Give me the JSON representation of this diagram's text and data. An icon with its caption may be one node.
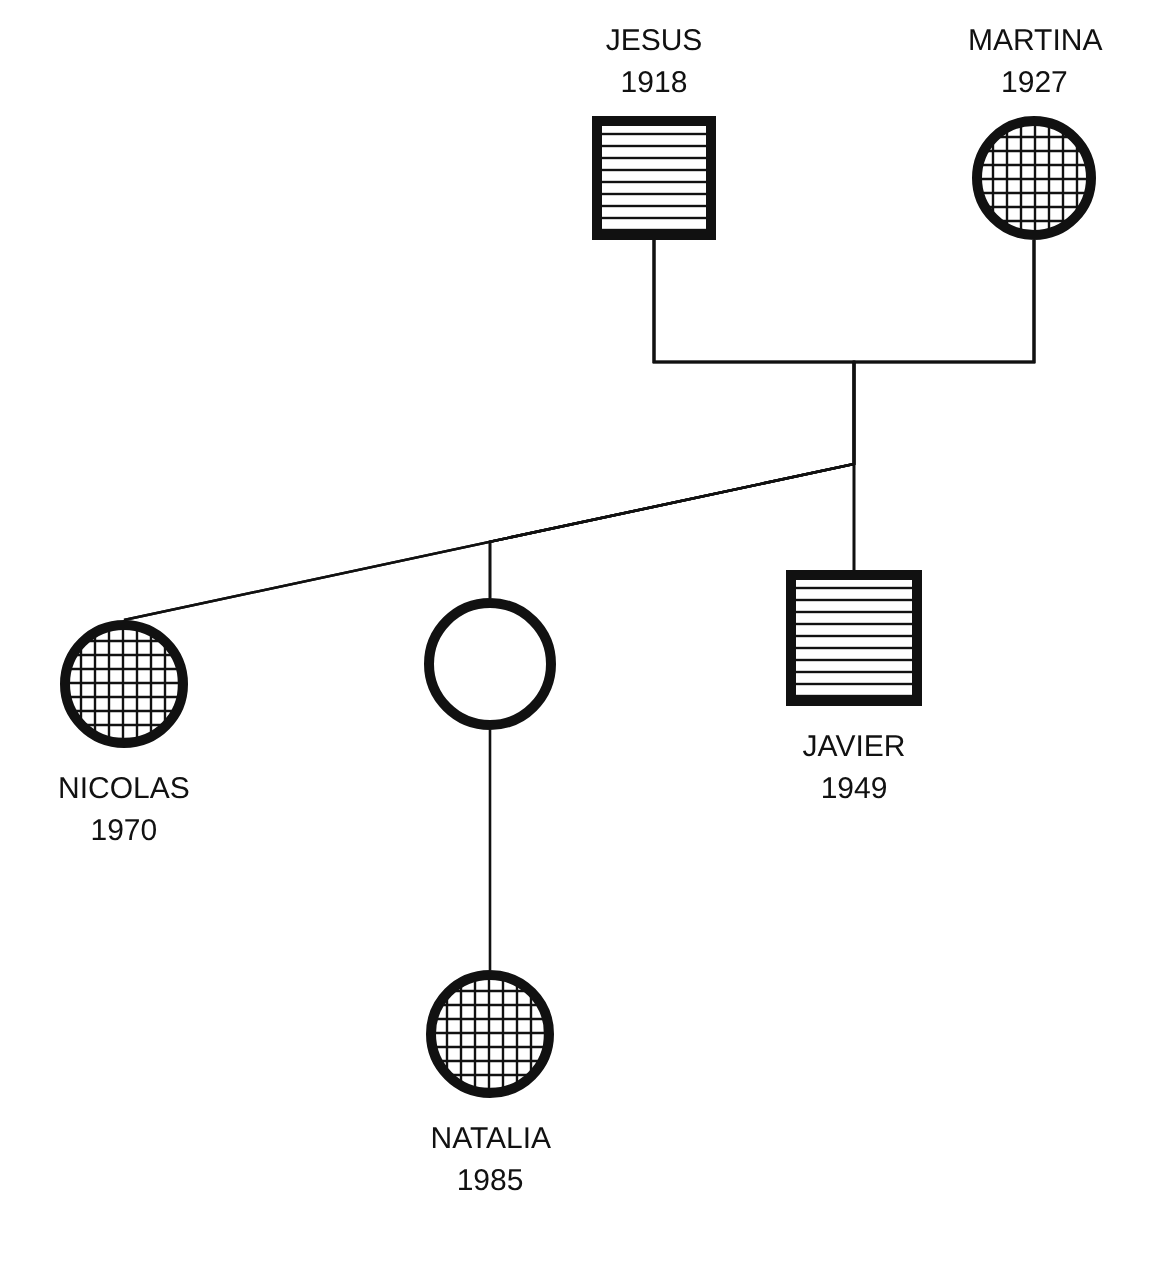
{
  "diagram": {
    "nodes": [
      {
        "text": [
          "JESUS 1918"
        ]
      },
      {
        "text": [
          "MARTINA 1927"
        ]
      },
      {
        "text": [
          "NICOLAS 1970"
        ]
      },
      {
        "text": [],
        "shape": "circle"
      },
      {
        "text": [
          "JAVIER 1949"
        ]
      },
      {
        "text": [
          "NATALIA 1985"
        ]
      }
    ],
    "edges": [
      {
        "from": 0,
        "to": 1,
        "arrow": "none"
      },
      {
        "from": 0,
        "to": 2,
        "arrow": "none"
      },
      {
        "from": 1,
        "to": 2,
        "arrow": "none"
      },
      {
        "from": 0,
        "to": 3,
        "arrow": "none"
      },
      {
        "from": 1,
        "to": 3,
        "arrow": "none"
      },
      {
        "from": 0,
        "to": 4,
        "arrow": "none"
      },
      {
        "from": 1,
        "to": 4,
        "arrow": "none"
      },
      {
        "from": 3,
        "to": 5,
        "arrow": "none"
      }
    ]
  }
}
